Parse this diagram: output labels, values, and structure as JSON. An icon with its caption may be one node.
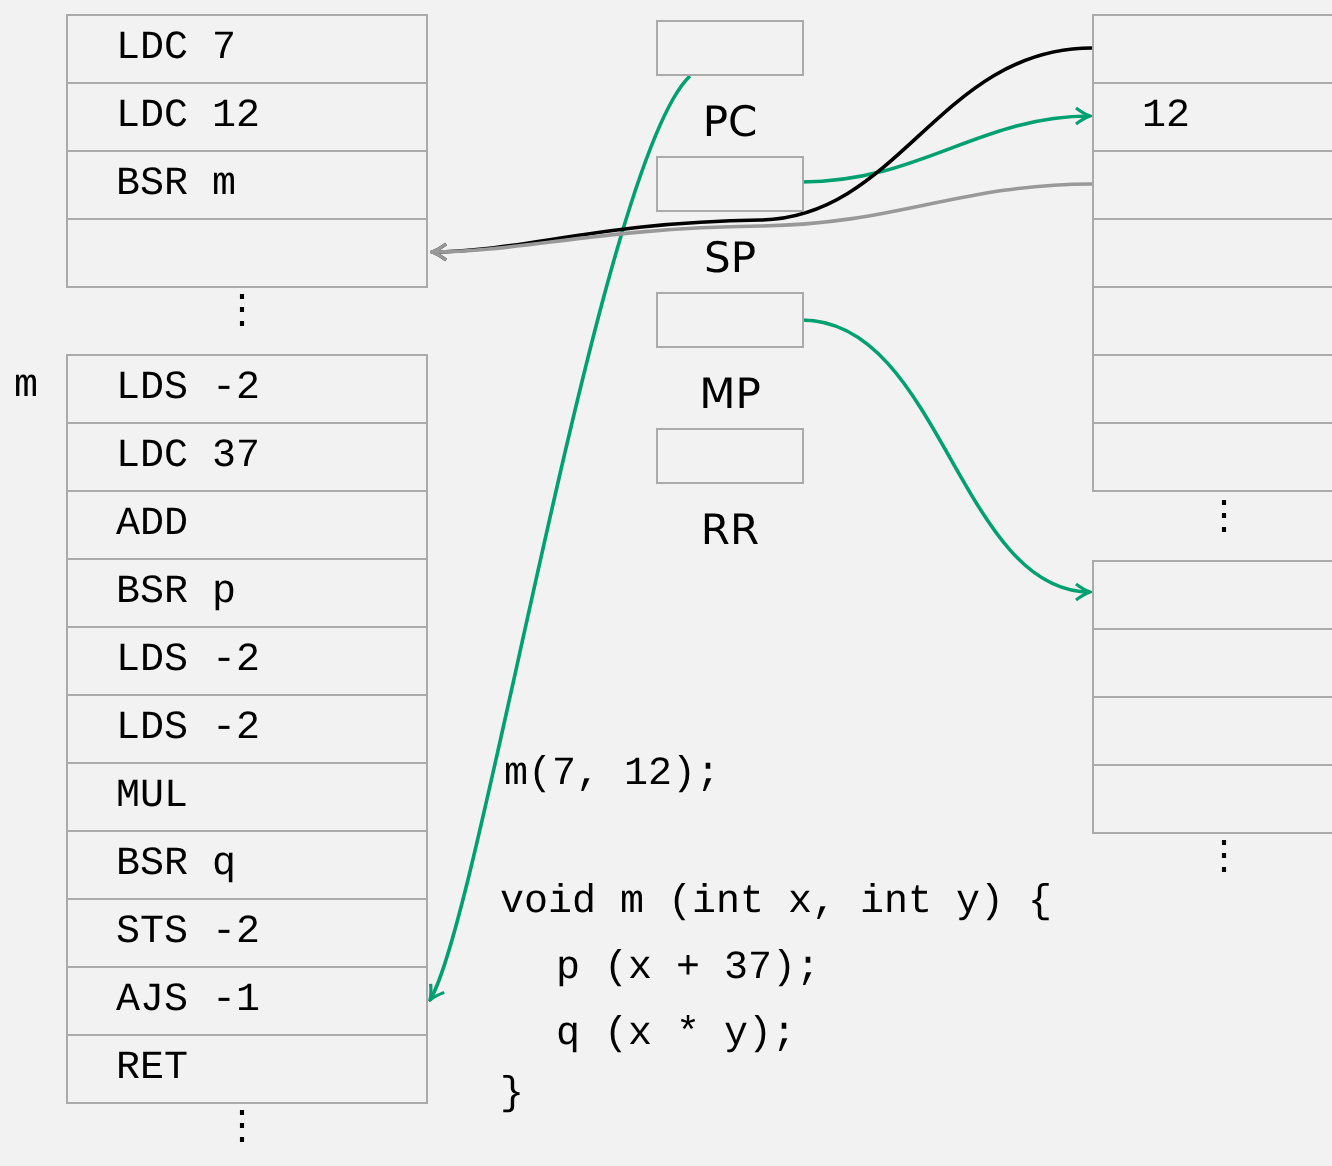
{
  "diagram": {
    "nodes": [
      {
        "text": [
          "LDC 7"
        ]
      },
      {
        "text": [
          "LDC 12"
        ]
      },
      {
        "text": [
          "BSR m"
        ]
      },
      {
        "text": [],
        "shape": "box"
      },
      {
        "text": [
          "LDS -2"
        ],
        "beside": [
          "m"
        ]
      },
      {
        "text": [
          "LDC 37"
        ]
      },
      {
        "text": [
          "ADD"
        ]
      },
      {
        "text": [
          "BSR p"
        ]
      },
      {
        "text": [
          "LDS -2"
        ]
      },
      {
        "text": [
          "LDS -2"
        ]
      },
      {
        "text": [
          "MUL"
        ]
      },
      {
        "text": [
          "BSR q"
        ]
      },
      {
        "text": [
          "STS -2"
        ]
      },
      {
        "text": [
          "AJS -1"
        ]
      },
      {
        "text": [
          "RET"
        ]
      },
      {
        "text": [
          "PC"
        ]
      },
      {
        "text": [
          "SP"
        ]
      },
      {
        "text": [
          "MP"
        ]
      },
      {
        "text": [
          "RR"
        ]
      },
      {
        "text": [],
        "shape": "box"
      },
      {
        "text": [
          "12"
        ]
      },
      {
        "text": [],
        "shape": "box"
      },
      {
        "text": [],
        "shape": "box"
      },
      {
        "text": [],
        "shape": "box"
      },
      {
        "text": [],
        "shape": "box"
      },
      {
        "text": [],
        "shape": "box"
      },
      {
        "text": [],
        "shape": "box"
      },
      {
        "text": [],
        "shape": "box"
      },
      {
        "text": [],
        "shape": "box"
      },
      {
        "text": [],
        "shape": "box"
      }
    ],
    "edges": [
      {
        "from": 15,
        "to": 13,
        "arrow": "to"
      },
      {
        "from": 16,
        "to": 20,
        "arrow": "to"
      },
      {
        "from": 17,
        "to": 26,
        "arrow": "to"
      },
      {
        "from": 19,
        "to": 3,
        "arrow": "to",
        "color": "#000000"
      },
      {
        "from": 21,
        "to": 3,
        "arrow": "to",
        "color": "#999999"
      }
    ],
    "labels": [
      "⋮",
      "⋮",
      "m(7, 12);",
      "⋮",
      "void m (int x, int y) {",
      "p (x + 37);",
      "q (x * y);",
      "}",
      "⋮"
    ]
  }
}
